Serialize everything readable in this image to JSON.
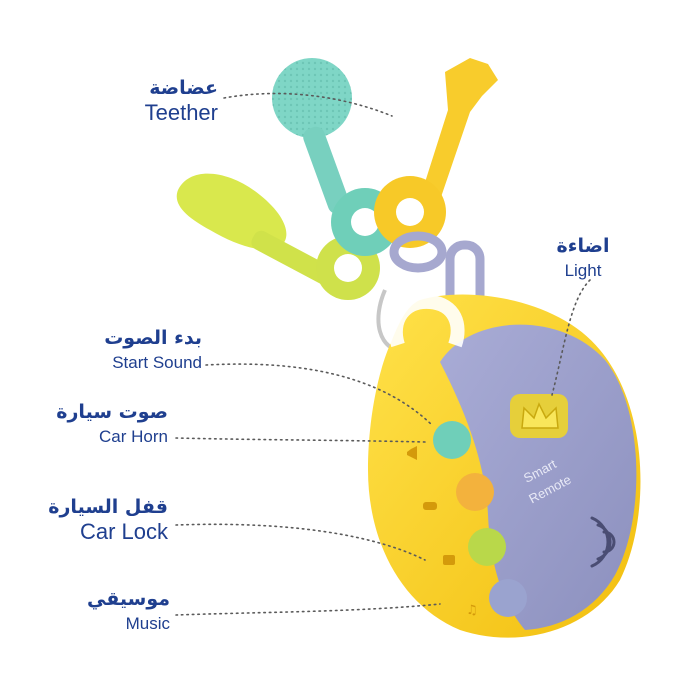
{
  "labels": {
    "teether": {
      "ar": "عضاضة",
      "en": "Teether"
    },
    "light": {
      "ar": "اضاءة",
      "en": "Light"
    },
    "start_sound": {
      "ar": "بدء الصوت",
      "en": "Start Sound"
    },
    "car_horn": {
      "ar": "صوت سيارة",
      "en": "Car Horn"
    },
    "car_lock": {
      "ar": "قفل السيارة",
      "en": "Car Lock"
    },
    "music": {
      "ar": "موسيقي",
      "en": "Music"
    }
  },
  "device": {
    "text_line1": "Smart",
    "text_line2": "Remote"
  },
  "colors": {
    "label_text": "#1f3f8f",
    "yellow_body": "#f5d21a",
    "gray_panel": "#9b9ec9",
    "teal_teether": "#7fd6c6",
    "lime_teether": "#d7e84a",
    "orange_key": "#f7c928",
    "button_teal": "#6fcfb9",
    "button_orange": "#f3b23d",
    "button_lime": "#b9d84a",
    "button_gray": "#9aa3cf"
  },
  "icons": [
    "crown-icon",
    "speaker-icon",
    "horn-icon",
    "car-icon",
    "lock-icon",
    "music-note-icon"
  ]
}
